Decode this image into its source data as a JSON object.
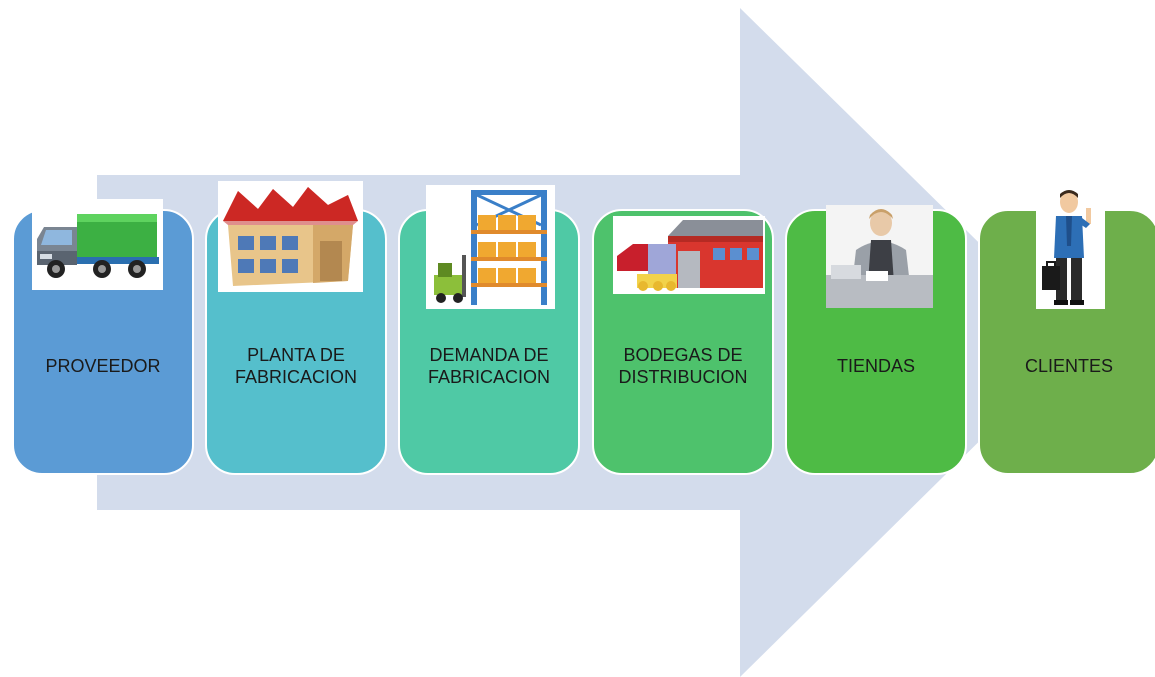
{
  "stages": [
    {
      "label": "PROVEEDOR",
      "color": "#5b9bd5",
      "icon": "truck-icon"
    },
    {
      "label": "PLANTA DE\nFABRICACION",
      "color": "#55bfcc",
      "icon": "factory-icon"
    },
    {
      "label": "DEMANDA DE\nFABRICACION",
      "color": "#4fc9a5",
      "icon": "warehouse-rack-icon"
    },
    {
      "label": "BODEGAS DE\nDISTRIBUCION",
      "color": "#4ec26c",
      "icon": "distribution-warehouse-icon"
    },
    {
      "label": "TIENDAS",
      "color": "#4ebb45",
      "icon": "store-clerk-icon"
    },
    {
      "label": "CLIENTES",
      "color": "#6eaf4b",
      "icon": "businessman-icon"
    }
  ],
  "arrow_color": "#d3dcec"
}
